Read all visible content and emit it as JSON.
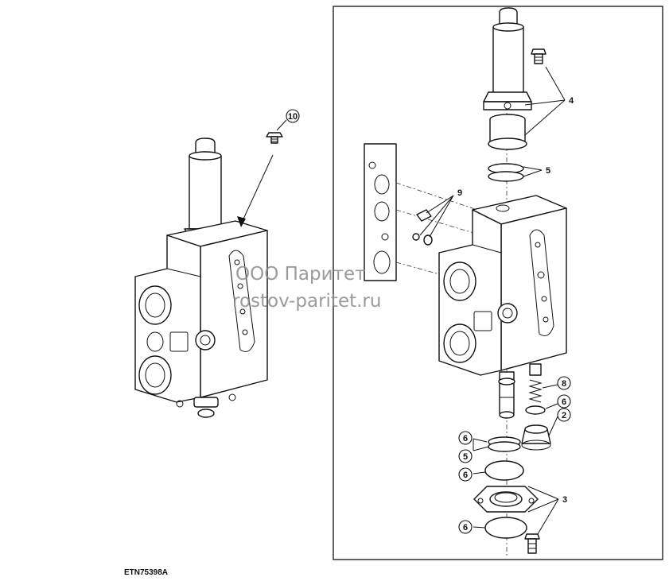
{
  "watermark": {
    "line1": "ООО Паритет",
    "line2": "rostov-paritet.ru"
  },
  "figure_code": "ETN75398A",
  "callouts": {
    "c10": "10",
    "c4": "4",
    "c5a": "5",
    "c9": "9",
    "c8": "8",
    "c6a": "6",
    "c2": "2",
    "c6b": "6",
    "c5b": "5",
    "c6c": "6",
    "c3": "3",
    "c6d": "6"
  }
}
